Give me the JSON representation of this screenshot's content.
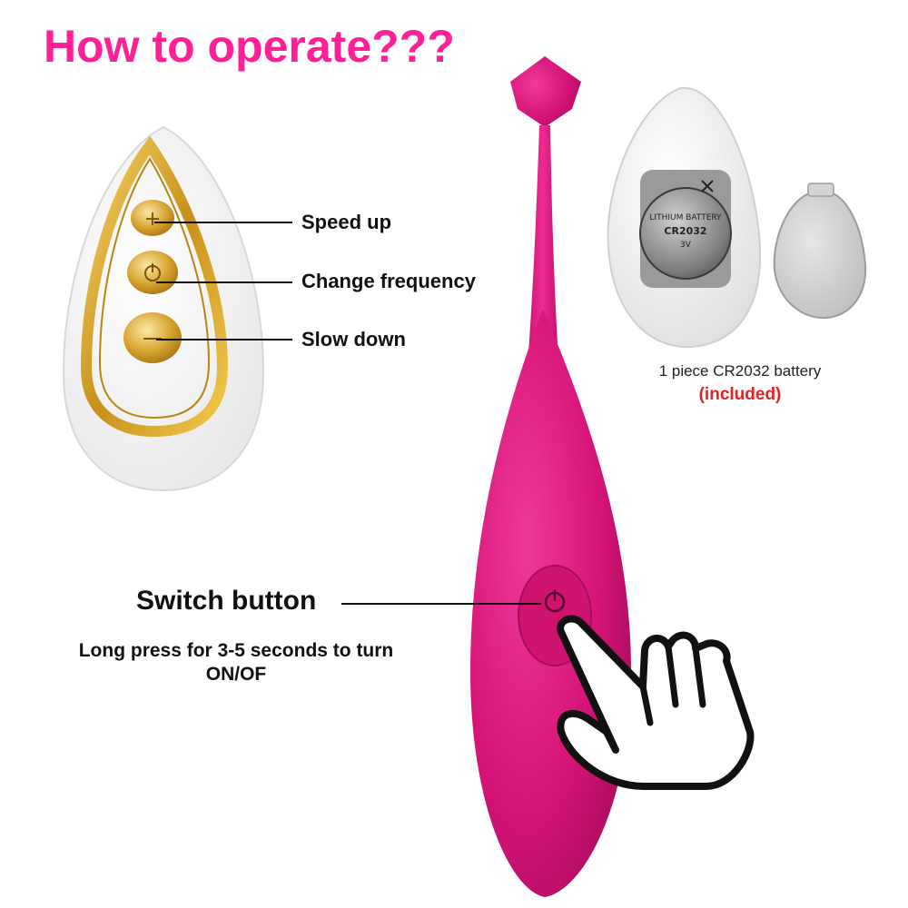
{
  "title": "How to operate???",
  "remote": {
    "speed_up": "Speed up",
    "change_frequency": "Change frequency",
    "slow_down": "Slow down"
  },
  "battery": {
    "caption": "1 piece CR2032 battery",
    "included": "(included)",
    "coin_text_1": "LITHIUM BATTERY",
    "coin_text_2": "CR2032",
    "coin_text_3": "3V"
  },
  "switch": {
    "label": "Switch button",
    "note": "Long press for 3-5 seconds to turn ON/OF"
  },
  "colors": {
    "title": "#ff1f96",
    "device": "#e01580",
    "gold": "#d4a017",
    "included": "#e8201f"
  }
}
